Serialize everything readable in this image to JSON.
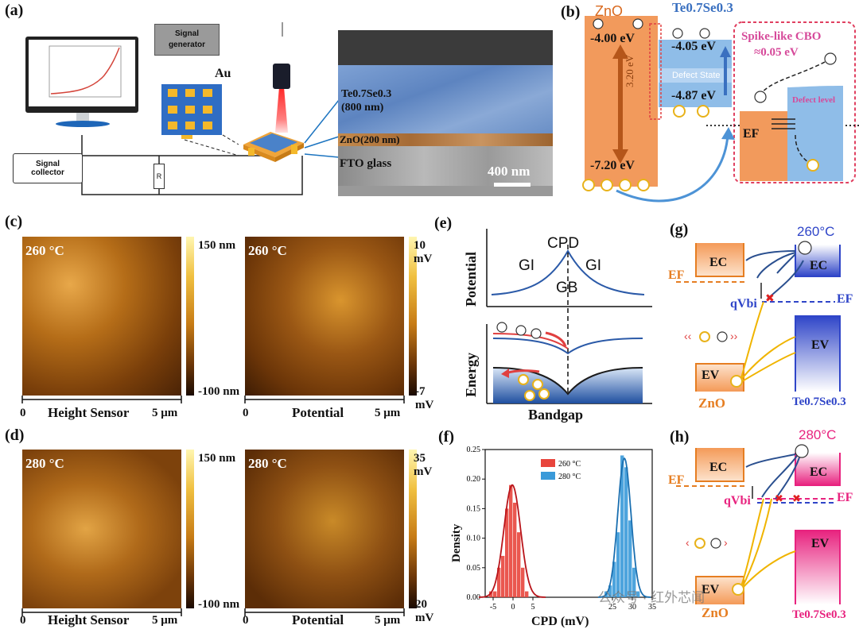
{
  "panels": {
    "a": "(a)",
    "b": "(b)",
    "c": "(c)",
    "d": "(d)",
    "e": "(e)",
    "f": "(f)",
    "g": "(g)",
    "h": "(h)"
  },
  "panel_a": {
    "signal_generator": "Signal generator",
    "signal_collector": "Signal collector",
    "resistor": "R",
    "au": "Au",
    "layer_teSe": "Te0.7Se0.3 (800 nm)",
    "layer_zno": "ZnO(200 nm)",
    "layer_fto": "FTO glass",
    "scalebar": "400 nm"
  },
  "panel_b": {
    "zno": "ZnO",
    "tese": "Te0.7Se0.3",
    "e1": "-4.00 eV",
    "e2": "-4.05 eV",
    "e3": "-4.87 eV",
    "e4": "-7.20 eV",
    "gap": "3.20 eV",
    "defect_state": "Defect State",
    "spike": "Spike-like CBO",
    "spike_val": "≈0.05 eV",
    "defect_level": "Defect level",
    "ef": "EF"
  },
  "panel_c": {
    "temp1": "260 °C",
    "temp2": "260 °C",
    "max1": "150 nm",
    "min1": "-100 nm",
    "max2": "10 mV",
    "min2": "-7 mV",
    "left_label": "Height Sensor",
    "right_label": "Potential",
    "zero": "0",
    "five": "5 μm"
  },
  "panel_d": {
    "temp1": "280 °C",
    "temp2": "280 °C",
    "max1": "150 nm",
    "min1": "-100 nm",
    "max2": "35 mV",
    "min2": "20 mV",
    "left_label": "Height Sensor",
    "right_label": "Potential",
    "zero": "0",
    "five": "5 μm"
  },
  "panel_e": {
    "cpd": "CPD",
    "gi_left": "GI",
    "gi_right": "GI",
    "gb": "GB",
    "potential": "Potential",
    "energy": "Energy",
    "bandgap": "Bandgap"
  },
  "panel_g": {
    "temp": "260°C",
    "ec_left": "EC",
    "ec_right": "EC",
    "ef_left": "EF",
    "ef_right": "EF",
    "qvbi": "qVbi",
    "ev_left": "EV",
    "ev_right": "EV",
    "zno": "ZnO",
    "tese": "Te0.7Se0.3"
  },
  "panel_h": {
    "temp": "280°C",
    "ec_left": "EC",
    "ec_right": "EC",
    "ef_left": "EF",
    "ef_right": "EF",
    "qvbi": "qVbi",
    "ev_left": "EV",
    "ev_right": "EV",
    "zno": "ZnO",
    "tese": "Te0.7Se0.3"
  },
  "watermark": "公众号 · 红外芯闻",
  "chart_data": {
    "type": "bar",
    "title": "",
    "xlabel": "CPD (mV)",
    "ylabel": "Density",
    "xlim": [
      -7,
      35
    ],
    "ylim": [
      0,
      0.25
    ],
    "x_ticks": [
      -5,
      0,
      5,
      25,
      30,
      35
    ],
    "x_tick_labels": [
      "-5",
      "0",
      "5",
      "25",
      "30",
      "35"
    ],
    "y_ticks": [
      0.0,
      0.05,
      0.1,
      0.15,
      0.2,
      0.25
    ],
    "y_tick_labels": [
      "0.00",
      "0.05",
      "0.10",
      "0.15",
      "0.20",
      "0.25"
    ],
    "legend_position": "top",
    "series": [
      {
        "name": "260 °C",
        "color": "#e8453c",
        "bins": [
          [
            -6,
            -5,
            0.01
          ],
          [
            -5,
            -4,
            0.01
          ],
          [
            -4,
            -3,
            0.05
          ],
          [
            -3,
            -2,
            0.07
          ],
          [
            -2,
            -1,
            0.15
          ],
          [
            -1,
            0,
            0.19
          ],
          [
            0,
            1,
            0.16
          ],
          [
            1,
            2,
            0.11
          ],
          [
            2,
            3,
            0.05
          ],
          [
            3,
            4,
            0.01
          ]
        ],
        "fit_mean": -0.2,
        "fit_sd": 2.1,
        "fit_peak": 0.19
      },
      {
        "name": "280 °C",
        "color": "#3a9ad9",
        "bins": [
          [
            23,
            24,
            0.01
          ],
          [
            24,
            25,
            0.02
          ],
          [
            25,
            26,
            0.06
          ],
          [
            26,
            27,
            0.11
          ],
          [
            27,
            28,
            0.24
          ],
          [
            28,
            29,
            0.22
          ],
          [
            29,
            30,
            0.13
          ],
          [
            30,
            31,
            0.05
          ],
          [
            31,
            32,
            0.01
          ]
        ],
        "fit_mean": 28.0,
        "fit_sd": 1.65,
        "fit_peak": 0.235
      }
    ]
  }
}
